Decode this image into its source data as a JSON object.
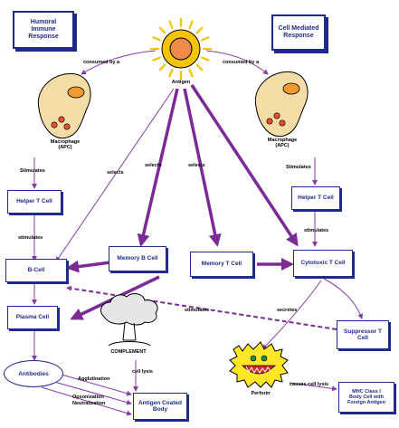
{
  "headers": {
    "humoral": "Humoral\nImmune\nResponse",
    "cell_mediated": "Cell Mediated\nResponse"
  },
  "nodes": {
    "antigen": "Antigen",
    "macrophage_left": "Macrophage\n(APC)",
    "macrophage_right": "Macrophage\n(APC)",
    "helper_left": "Helper T Cell",
    "helper_right": "Helper T Cell",
    "b_cell": "B-Cell",
    "memory_b": "Memory B Cell",
    "memory_t": "Memory T Cell",
    "cytotoxic": "Cytotoxic T Cell",
    "plasma": "Plasma Cell",
    "suppressor": "Suppressor T\nCell",
    "antibodies": "Antibodies",
    "complement": "COMPLEMENT",
    "antigen_coated": "Antigen Coated\nBody",
    "perforin": "Perforin",
    "mhc": "MHC Class I\nBody Cell with\nForeign Antigen"
  },
  "labels": {
    "consumed_left": "consumed by a",
    "consumed_right": "consumed by a",
    "stimulates_left": "Stimulates",
    "stimulates_right": "Stimulates",
    "stimulates_left2": "stimulates",
    "stimulates_right2": "stimulates",
    "selects_1": "selects",
    "selects_2": "selects",
    "selects_3": "selects",
    "stimulates_mid": "stimulates",
    "secretes": "secretes",
    "cell_lysis_1": "cell lysis",
    "cell_lysis_2": "causes cell lysis",
    "agglutination": "Agglutination",
    "opsonization": "Opsonization",
    "neutralization": "Neutralization"
  },
  "colors": {
    "box_border": "#1f2a8a",
    "arrow_purple": "#7b2a96",
    "arrow_thin": "#8a3aa8",
    "macrophage_fill": "#f3dca6",
    "macrophage_nucleus": "#f29a2e",
    "granule": "#e4502e",
    "sun_ray": "#f5c400",
    "sun_core": "#f08a4b",
    "perforin_fill": "#ffe626"
  },
  "icons": [
    "antigen-sun-icon",
    "macrophage-icon",
    "mushroom-cloud-icon",
    "perforin-creature-icon"
  ]
}
